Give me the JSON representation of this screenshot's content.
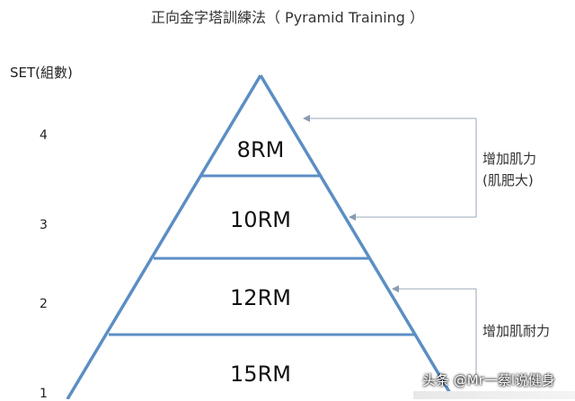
{
  "title": "正向金字塔訓練法（ Pyramid Training ）",
  "set_axis": {
    "label": "SET(組數)",
    "ticks": [
      "4",
      "3",
      "2",
      "1"
    ]
  },
  "levels": [
    {
      "label": "8RM"
    },
    {
      "label": "10RM"
    },
    {
      "label": "12RM"
    },
    {
      "label": "15RM"
    }
  ],
  "effects": {
    "hypertrophy_line1": "增加肌力",
    "hypertrophy_line2": "(肌肥大)",
    "endurance": "增加肌耐力"
  },
  "watermark": "头条 @Mr一蔡l说健身",
  "colors": {
    "pyramid_line": "#5b8ec4",
    "bracket_line": "#9aa9b8"
  }
}
